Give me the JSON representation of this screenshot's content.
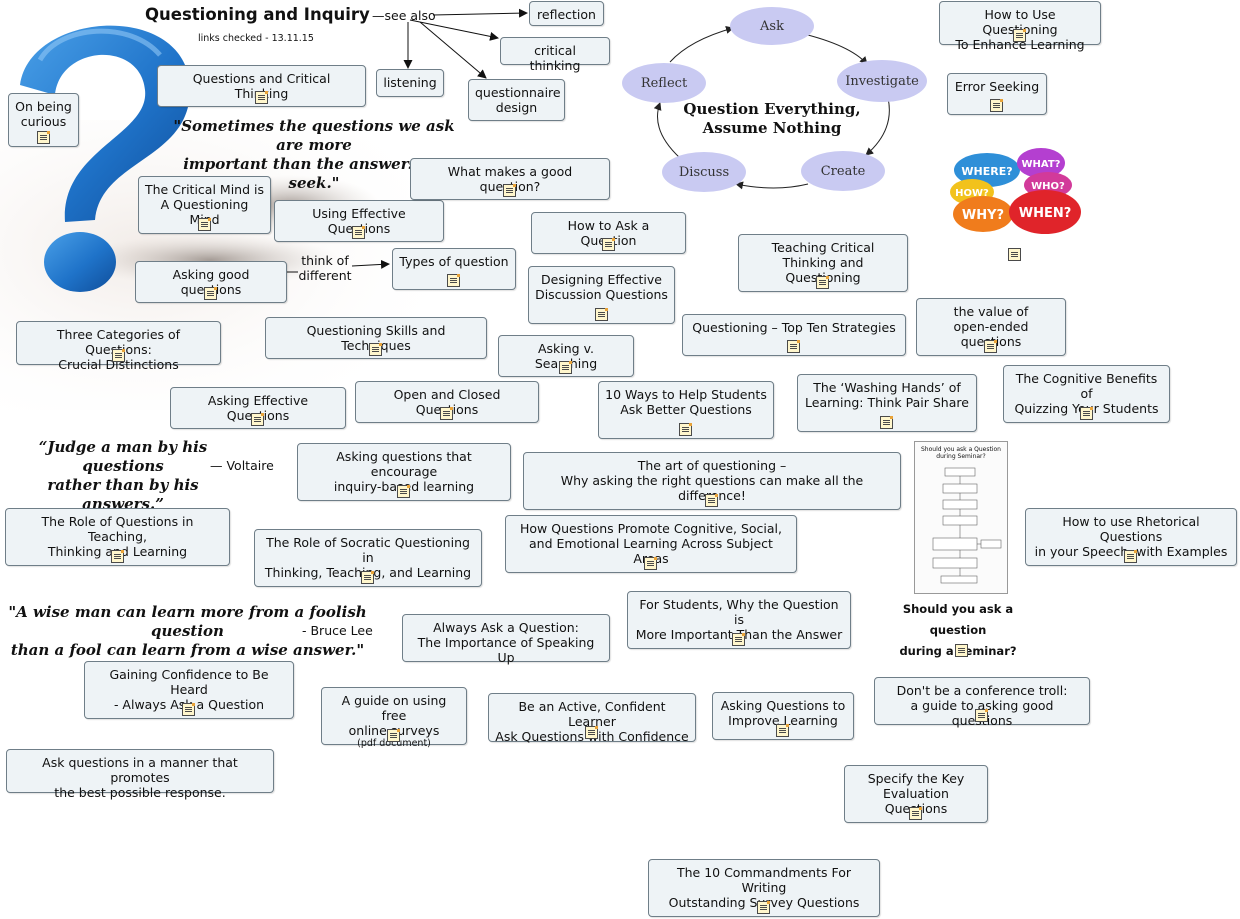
{
  "title": "Questioning and Inquiry",
  "links_checked": "links checked - 13.11.15",
  "see_also_label": "—see also",
  "see_also": [
    "reflection",
    "critical thinking",
    "listening",
    "questionnaire\ndesign"
  ],
  "connector_label": "think of\ndifferent",
  "quotes": [
    {
      "text": "\"Sometimes the questions we ask are more\nimportant than the answers we seek.\"",
      "author": ""
    },
    {
      "text": "“Judge a man by his questions\nrather than by his answers.”",
      "author": "— Voltaire"
    },
    {
      "text": "\"A wise man can learn more from a foolish question\nthan a fool can learn from a wise answer.\"",
      "author": "- Bruce Lee"
    }
  ],
  "cycle": {
    "center": "Question Everything,\nAssume Nothing",
    "steps": [
      "Ask",
      "Investigate",
      "Create",
      "Discuss",
      "Reflect"
    ],
    "color": "#c9caf2"
  },
  "wh_words": [
    "WHERE?",
    "WHAT?",
    "HOW?",
    "WHO?",
    "WHY?",
    "WHEN?"
  ],
  "flowchart": {
    "title": "Should you ask a Question\nduring Seminar?",
    "caption": "Should you ask a question\nduring a seminar?"
  },
  "nodes": [
    "Questions and Critical Thinking",
    "On being\ncurious",
    "The Critical Mind is\nA Questioning Mind",
    "Using Effective Questions",
    "What makes a good question?",
    "How to Ask a Question",
    "Asking good questions",
    "Types of question",
    "Designing Effective\nDiscussion Questions",
    "Teaching Critical\nThinking and Questioning",
    "Three Categories of Questions:\nCrucial Distinctions",
    "Questioning Skills and Techniques",
    "Asking v. Searching",
    "Questioning – Top Ten Strategies",
    "the value of\nopen-ended questions",
    "Asking Effective Questions",
    "Open and Closed Questions",
    "10 Ways to Help Students\nAsk Better Questions",
    "The ‘Washing Hands’ of\nLearning: Think Pair Share",
    "The Cognitive Benefits of\nQuizzing Your Students",
    "Asking questions that encourage\ninquiry-based learning",
    "The art of questioning –\nWhy asking the right questions can make all the difference!",
    "The Role of Questions in Teaching,\nThinking and Learning",
    "The Role of Socratic Questioning in\nThinking, Teaching, and Learning",
    "How Questions Promote Cognitive, Social,\nand Emotional Learning Across Subject Areas",
    "How to use Rhetorical Questions\nin your Speech, with Examples",
    "Always Ask a Question:\nThe Importance of Speaking Up",
    "For Students, Why the Question is\nMore Important Than the Answer",
    "Gaining Confidence to Be Heard\n- Always Ask a Question",
    "A guide on using free\nonline surveys",
    "Be an Active, Confident Learner\nAsk Questions with Confidence",
    "Asking Questions to\nImprove Learning",
    "Don't be a conference troll:\na guide to asking good questions",
    "Ask questions in a manner that promotes\nthe best possible response.",
    "Specify the Key\nEvaluation Questions",
    "The 10 Commandments For Writing\nOutstanding Survey Questions",
    "How to Use Questioning\nTo Enhance Learning",
    "Error Seeking"
  ],
  "pdf_note": "(pdf document)"
}
